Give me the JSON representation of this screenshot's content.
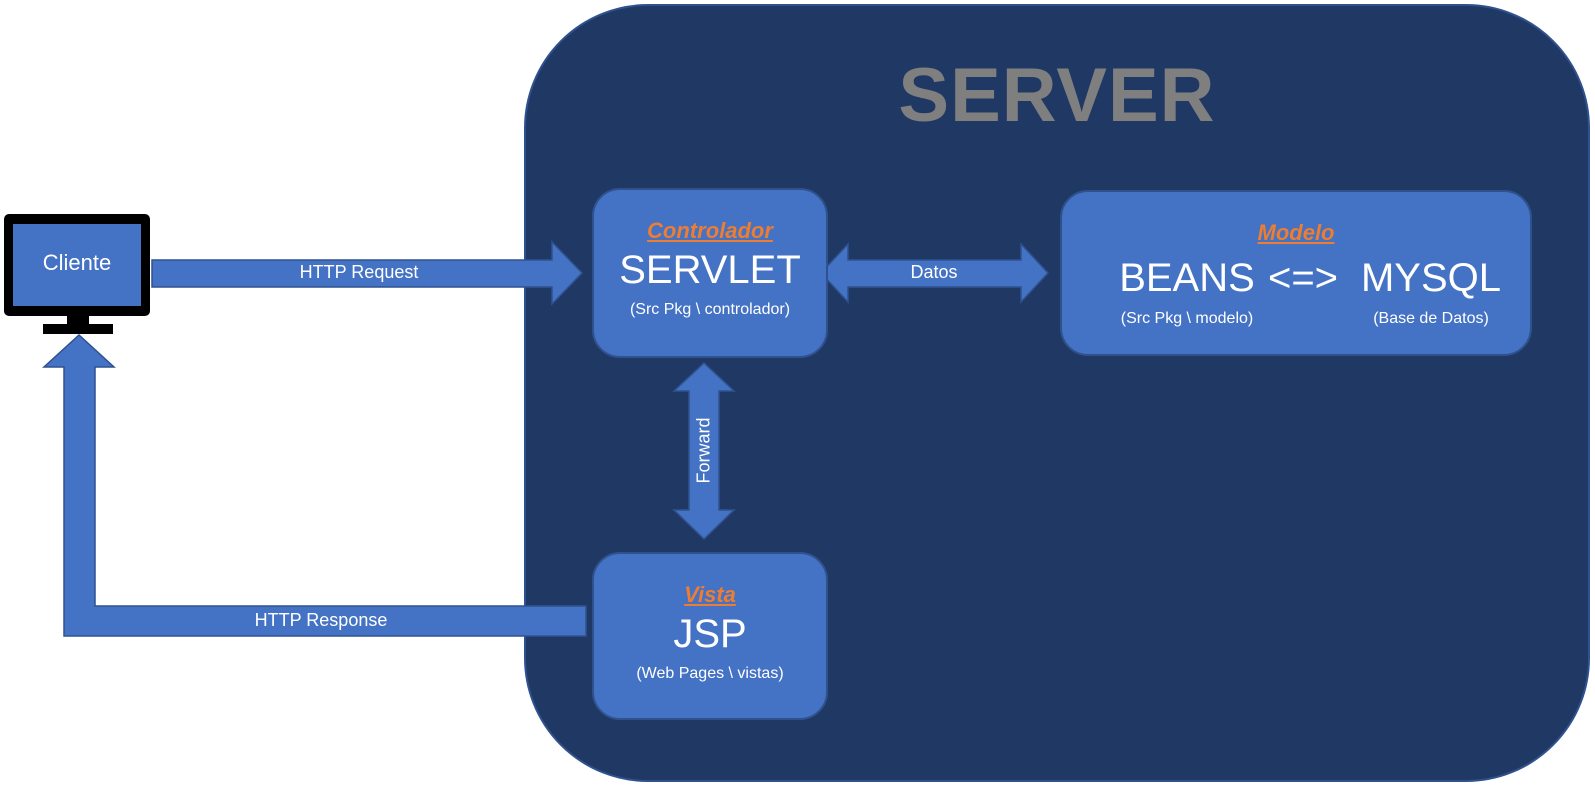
{
  "server": {
    "title": "SERVER"
  },
  "client": {
    "label": "Cliente"
  },
  "controller": {
    "role": "Controlador",
    "name": "SERVLET",
    "path": "(Src Pkg \\ controlador)"
  },
  "model": {
    "role": "Modelo",
    "beans": "BEANS",
    "link": "<=>",
    "db": "MYSQL",
    "beans_path": "(Src Pkg \\ modelo)",
    "db_path": "(Base de Datos)"
  },
  "view": {
    "role": "Vista",
    "name": "JSP",
    "path": "(Web Pages \\ vistas)"
  },
  "arrows": {
    "request": "HTTP Request",
    "response": "HTTP Response",
    "datos": "Datos",
    "forward": "Forward"
  },
  "colors": {
    "server_bg": "#203864",
    "box": "#4472c4",
    "role_text": "#ed7d31",
    "server_title": "#7f7f7f"
  }
}
